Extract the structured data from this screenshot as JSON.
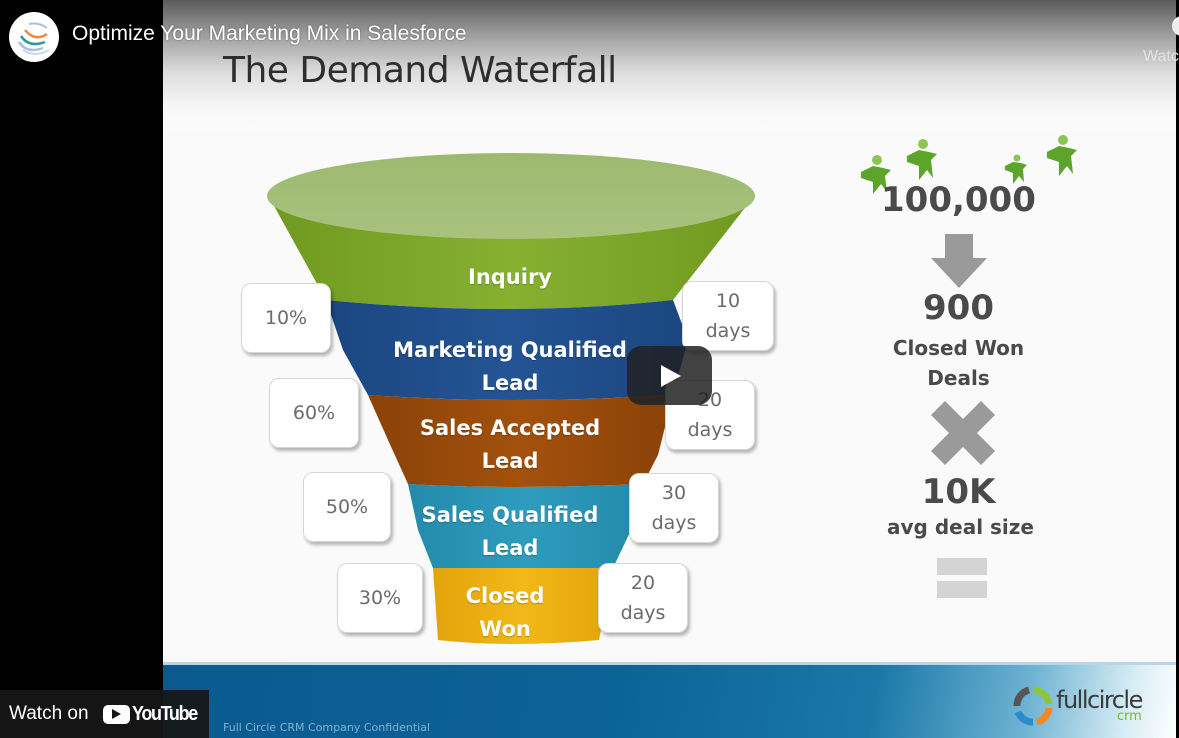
{
  "video": {
    "title": "Optimize Your Marketing Mix in Salesforce",
    "watch_later_label": "Watc",
    "watch_on_label": "Watch on",
    "youtube_label": "YouTube"
  },
  "slide": {
    "title": "The Demand Waterfall",
    "footer_text": "Full Circle CRM Company Confidential",
    "logo": {
      "name": "fullcircle",
      "sub": "crm"
    },
    "funnel_stages": [
      {
        "label_line1": "Inquiry",
        "label_line2": "",
        "color": "#7fa82a"
      },
      {
        "label_line1": "Marketing Qualified",
        "label_line2": "Lead",
        "color": "#1f4e8c"
      },
      {
        "label_line1": "Sales Accepted",
        "label_line2": "Lead",
        "color": "#9a4a0a"
      },
      {
        "label_line1": "Sales Qualified",
        "label_line2": "Lead",
        "color": "#2a93b4"
      },
      {
        "label_line1": "Closed",
        "label_line2": "Won",
        "color": "#e9ac0c"
      }
    ],
    "conversion_rates": [
      "10%",
      "60%",
      "50%",
      "30%"
    ],
    "durations": [
      {
        "value": "10",
        "unit": "days"
      },
      {
        "value": "20",
        "unit": "days"
      },
      {
        "value": "30",
        "unit": "days"
      },
      {
        "value": "20",
        "unit": "days"
      }
    ],
    "calc": {
      "start_value": "100,000",
      "result_value": "900",
      "result_label_1": "Closed Won",
      "result_label_2": "Deals",
      "multiplier_value": "10K",
      "multiplier_label": "avg deal size"
    }
  }
}
